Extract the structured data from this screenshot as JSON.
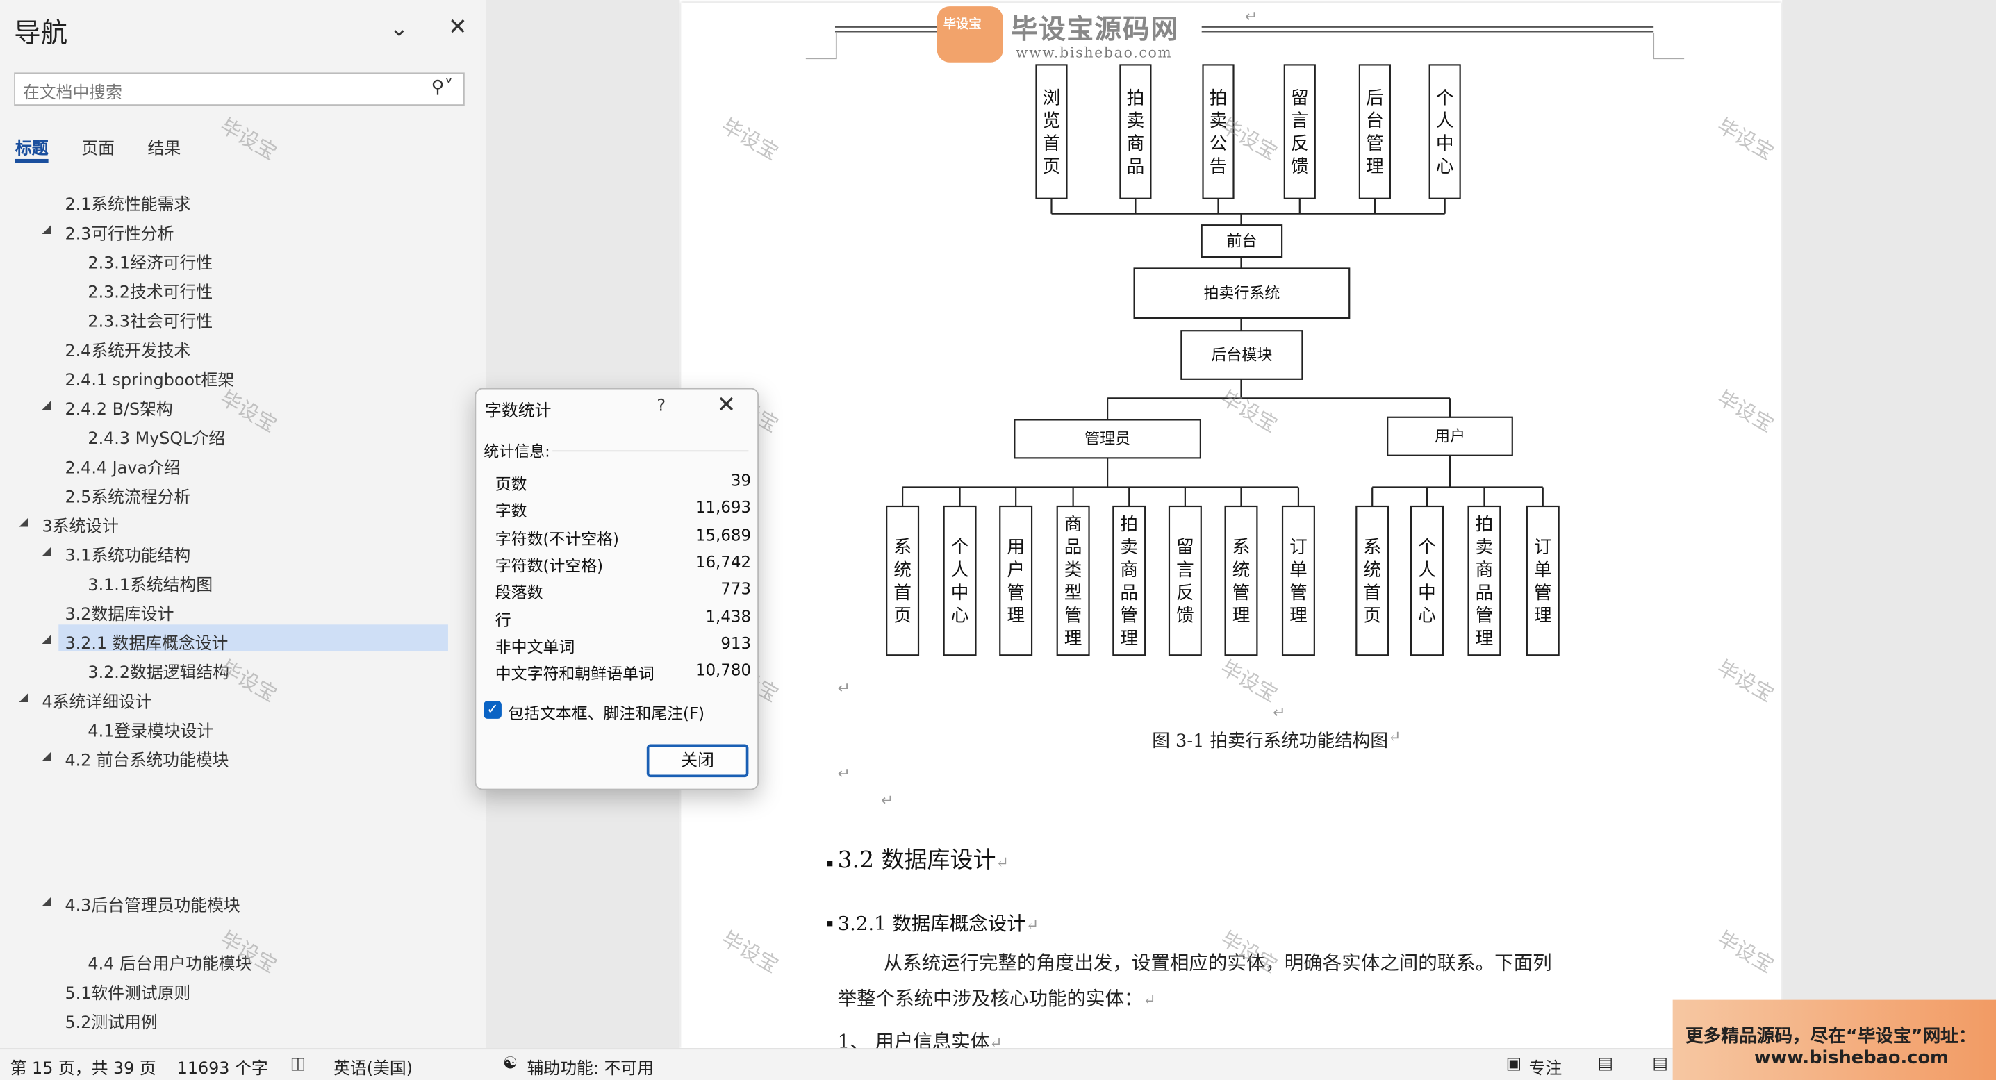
{
  "nav": {
    "title": "导航",
    "search_placeholder": "在文档中搜索",
    "tabs": [
      "标题",
      "页面",
      "结果"
    ],
    "headings": [
      {
        "text": "2.1系统性能需求",
        "level": 2,
        "toggle": false
      },
      {
        "text": "2.3可行性分析",
        "level": 2,
        "toggle": true
      },
      {
        "text": "2.3.1经济可行性",
        "level": 3,
        "toggle": false
      },
      {
        "text": "2.3.2技术可行性",
        "level": 3,
        "toggle": false
      },
      {
        "text": "2.3.3社会可行性",
        "level": 3,
        "toggle": false
      },
      {
        "text": "2.4系统开发技术",
        "level": 2,
        "toggle": false
      },
      {
        "text": "2.4.1 springboot框架",
        "level": 2,
        "toggle": false
      },
      {
        "text": "2.4.2 B/S架构",
        "level": 2,
        "toggle": true
      },
      {
        "text": "2.4.3 MySQL介绍",
        "level": 3,
        "toggle": false
      },
      {
        "text": "2.4.4 Java介绍",
        "level": 2,
        "toggle": false
      },
      {
        "text": "2.5系统流程分析",
        "level": 2,
        "toggle": false
      },
      {
        "text": "3系统设计",
        "level": 1,
        "toggle": true
      },
      {
        "text": "3.1系统功能结构",
        "level": 2,
        "toggle": true
      },
      {
        "text": "3.1.1系统结构图",
        "level": 3,
        "toggle": false
      },
      {
        "text": "3.2数据库设计",
        "level": 2,
        "toggle": false
      },
      {
        "text": "3.2.1 数据库概念设计",
        "level": 2,
        "toggle": true,
        "selected": true
      },
      {
        "text": "3.2.2数据逻辑结构",
        "level": 3,
        "toggle": false
      },
      {
        "text": "4系统详细设计",
        "level": 1,
        "toggle": true
      },
      {
        "text": "4.1登录模块设计",
        "level": 3,
        "toggle": false
      },
      {
        "text": "4.2 前台系统功能模块",
        "level": 2,
        "toggle": true
      },
      {
        "text": "4.3后台管理员功能模块",
        "level": 2,
        "toggle": true
      },
      {
        "text": "4.4 后台用户功能模块",
        "level": 3,
        "toggle": false
      },
      {
        "text": "5.1软件测试原则",
        "level": 2,
        "toggle": false
      },
      {
        "text": "5.2测试用例",
        "level": 2,
        "toggle": false
      }
    ]
  },
  "logo": {
    "badge": "毕设宝",
    "name": "毕设宝源码网",
    "url": "www.bishebao.com"
  },
  "watermark": "毕设宝",
  "diagram": {
    "front_modules": [
      "浏览首页",
      "拍卖商品",
      "拍卖公告",
      "留言反馈",
      "后台管理",
      "个人中心"
    ],
    "front": "前台",
    "system": "拍卖行系统",
    "backend": "后台模块",
    "admin": "管理员",
    "user": "用户",
    "admin_modules": [
      "系统首页",
      "个人中心",
      "用户管理",
      "商品类型管理",
      "拍卖商品管理",
      "留言反馈",
      "系统管理",
      "订单管理"
    ],
    "user_modules": [
      "系统首页",
      "个人中心",
      "拍卖商品管理",
      "订单管理"
    ]
  },
  "document": {
    "figure_caption": "图 3-1  拍卖行系统功能结构图",
    "heading_32": "3.2 数据库设计",
    "heading_321": "3.2.1  数据库概念设计",
    "para_line1": "从系统运行完整的角度出发，设置相应的实体，明确各实体之间的联系。下面列",
    "para_line2": "举整个系统中涉及核心功能的实体：",
    "list_item1": "1、 用户信息实体",
    "return_mark": "↵"
  },
  "dialog": {
    "title": "字数统计",
    "help": "?",
    "section": "统计信息:",
    "stats": [
      {
        "label": "页数",
        "value": "39"
      },
      {
        "label": "字数",
        "value": "11,693"
      },
      {
        "label": "字符数(不计空格)",
        "value": "15,689"
      },
      {
        "label": "字符数(计空格)",
        "value": "16,742"
      },
      {
        "label": "段落数",
        "value": "773"
      },
      {
        "label": "行",
        "value": "1,438"
      },
      {
        "label": "非中文单词",
        "value": "913"
      },
      {
        "label": "中文字符和朝鲜语单词",
        "value": "10,780"
      }
    ],
    "include_label": "包括文本框、脚注和尾注(F)",
    "include_checked": true,
    "close_label": "关闭"
  },
  "status": {
    "page": "第 15 页，共 39 页",
    "words": "11693 个字",
    "language": "英语(美国)",
    "accessibility": "辅助功能: 不可用",
    "focus": "专注"
  },
  "promo": {
    "line1": "更多精品源码，尽在“毕设宝”网址：",
    "line2": "www.bishebao.com"
  }
}
